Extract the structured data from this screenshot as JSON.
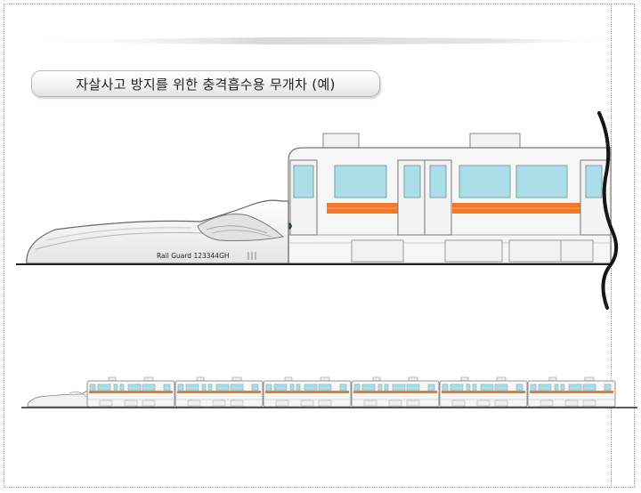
{
  "title": "자살사고 방지를 위한 충격흡수용 무개차 (예)",
  "buffer_car_label": "Rail Guard 123344GH",
  "colors": {
    "stripe": "#f07a2a",
    "window": "#a9dde8",
    "body_fill": "#f6f6f6",
    "outline": "#777777",
    "rail": "#222222"
  },
  "consist": {
    "car_count": 6
  }
}
